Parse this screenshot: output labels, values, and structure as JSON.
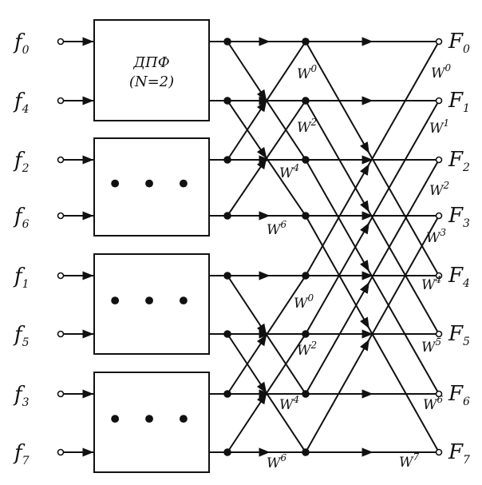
{
  "inputs": [
    {
      "base": "f",
      "sub": "0"
    },
    {
      "base": "f",
      "sub": "4"
    },
    {
      "base": "f",
      "sub": "2"
    },
    {
      "base": "f",
      "sub": "6"
    },
    {
      "base": "f",
      "sub": "1"
    },
    {
      "base": "f",
      "sub": "5"
    },
    {
      "base": "f",
      "sub": "3"
    },
    {
      "base": "f",
      "sub": "7"
    }
  ],
  "outputs": [
    {
      "base": "F",
      "sub": "0"
    },
    {
      "base": "F",
      "sub": "1"
    },
    {
      "base": "F",
      "sub": "2"
    },
    {
      "base": "F",
      "sub": "3"
    },
    {
      "base": "F",
      "sub": "4"
    },
    {
      "base": "F",
      "sub": "5"
    },
    {
      "base": "F",
      "sub": "6"
    },
    {
      "base": "F",
      "sub": "7"
    }
  ],
  "dft_box": {
    "line1": "ДПФ",
    "line2": "(N=2)"
  },
  "dots": "• • •",
  "twiddles_stage2": [
    {
      "base": "W",
      "exp": "0"
    },
    {
      "base": "W",
      "exp": "2"
    },
    {
      "base": "W",
      "exp": "4"
    },
    {
      "base": "W",
      "exp": "6"
    },
    {
      "base": "W",
      "exp": "0"
    },
    {
      "base": "W",
      "exp": "2"
    },
    {
      "base": "W",
      "exp": "4"
    },
    {
      "base": "W",
      "exp": "6"
    }
  ],
  "twiddles_stage3": [
    {
      "base": "W",
      "exp": "0"
    },
    {
      "base": "W",
      "exp": "1"
    },
    {
      "base": "W",
      "exp": "2"
    },
    {
      "base": "W",
      "exp": "3"
    },
    {
      "base": "W",
      "exp": "4"
    },
    {
      "base": "W",
      "exp": "5"
    },
    {
      "base": "W",
      "exp": "6"
    },
    {
      "base": "W",
      "exp": "7"
    }
  ]
}
